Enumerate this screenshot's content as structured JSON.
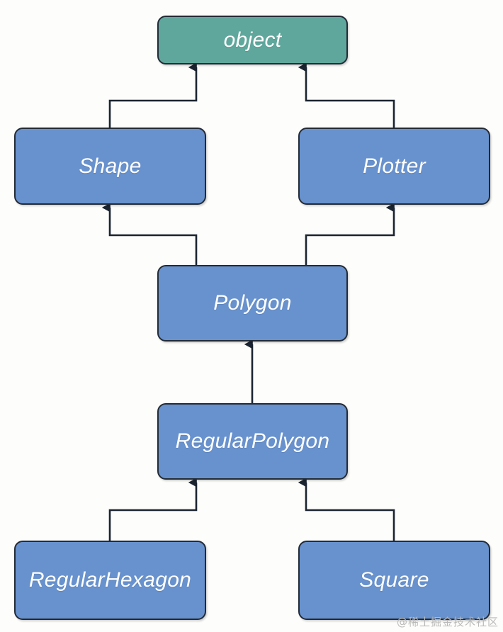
{
  "diagram": {
    "type": "uml-class-inheritance",
    "title": "",
    "background_color": "#fdfdfb",
    "colors": {
      "root_fill": "#5FA79C",
      "class_fill": "#6892CE",
      "border": "#232B36",
      "label_text": "#ffffff",
      "connector": "#1b2430"
    },
    "nodes": [
      {
        "id": "object",
        "label": "object",
        "style": "root"
      },
      {
        "id": "shape",
        "label": "Shape",
        "style": "class"
      },
      {
        "id": "plotter",
        "label": "Plotter",
        "style": "class"
      },
      {
        "id": "polygon",
        "label": "Polygon",
        "style": "class"
      },
      {
        "id": "regularpolygon",
        "label": "RegularPolygon",
        "style": "class"
      },
      {
        "id": "regularhexagon",
        "label": "RegularHexagon",
        "style": "class"
      },
      {
        "id": "square",
        "label": "Square",
        "style": "class"
      }
    ],
    "edges": [
      {
        "from": "shape",
        "to": "object",
        "kind": "inheritance"
      },
      {
        "from": "plotter",
        "to": "object",
        "kind": "inheritance"
      },
      {
        "from": "polygon",
        "to": "shape",
        "kind": "inheritance"
      },
      {
        "from": "polygon",
        "to": "plotter",
        "kind": "inheritance"
      },
      {
        "from": "regularpolygon",
        "to": "polygon",
        "kind": "inheritance"
      },
      {
        "from": "regularhexagon",
        "to": "regularpolygon",
        "kind": "inheritance"
      },
      {
        "from": "square",
        "to": "regularpolygon",
        "kind": "inheritance"
      }
    ]
  },
  "watermark": {
    "text": "@稀土掘金技术社区"
  }
}
